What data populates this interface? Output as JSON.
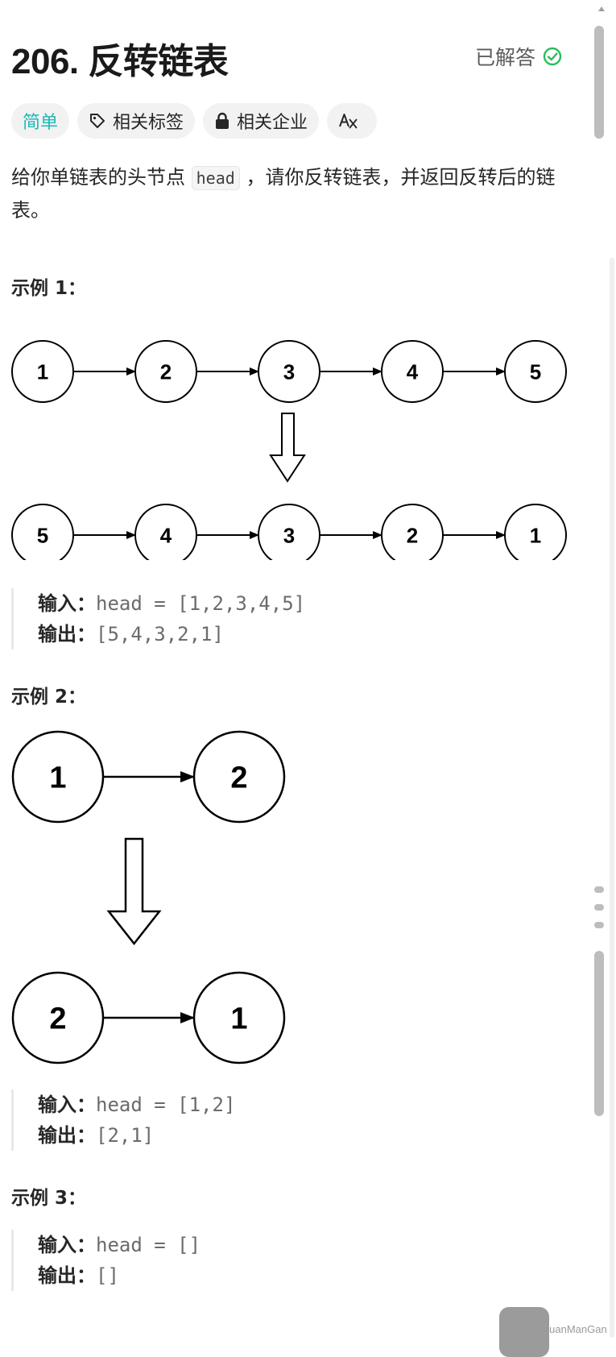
{
  "problem": {
    "title": "206. 反转链表",
    "status": "已解答"
  },
  "tags": {
    "difficulty": "简单",
    "topics": "相关标签",
    "companies": "相关企业"
  },
  "description": {
    "part1": "给你单链表的头节点 ",
    "code": "head",
    "part2": " ，请你反转链表，并返回反转后的链表。"
  },
  "examples": [
    {
      "title": "示例 1：",
      "input_label": "输入：",
      "input_value": "head = [1,2,3,4,5]",
      "output_label": "输出：",
      "output_value": "[5,4,3,2,1]",
      "diagram": {
        "before": [
          "1",
          "2",
          "3",
          "4",
          "5"
        ],
        "after": [
          "5",
          "4",
          "3",
          "2",
          "1"
        ]
      }
    },
    {
      "title": "示例 2：",
      "input_label": "输入：",
      "input_value": "head = [1,2]",
      "output_label": "输出：",
      "output_value": "[2,1]",
      "diagram": {
        "before": [
          "1",
          "2"
        ],
        "after": [
          "2",
          "1"
        ]
      }
    },
    {
      "title": "示例 3：",
      "input_label": "输入：",
      "input_value": "head = []",
      "output_label": "输出：",
      "output_value": "[]"
    }
  ],
  "watermark": "CSDN @yuanManGan",
  "icons": {
    "solved": "check-circle-icon",
    "topics": "tag-icon",
    "companies": "lock-icon",
    "translate": "translate-icon"
  },
  "colors": {
    "easy": "#1cb8b8",
    "solved": "#2cbb5d"
  }
}
